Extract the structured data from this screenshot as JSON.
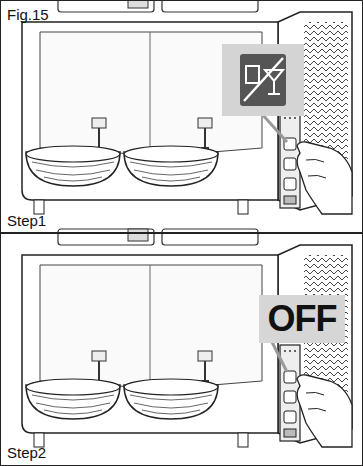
{
  "diagram": {
    "nodes": [
      {
        "text": [
          "Fig.15",
          "Step1"
        ]
      },
      {
        "text": [
          "Step2"
        ]
      },
      {
        "text": [
          "OFF"
        ],
        "in": 1
      }
    ]
  }
}
